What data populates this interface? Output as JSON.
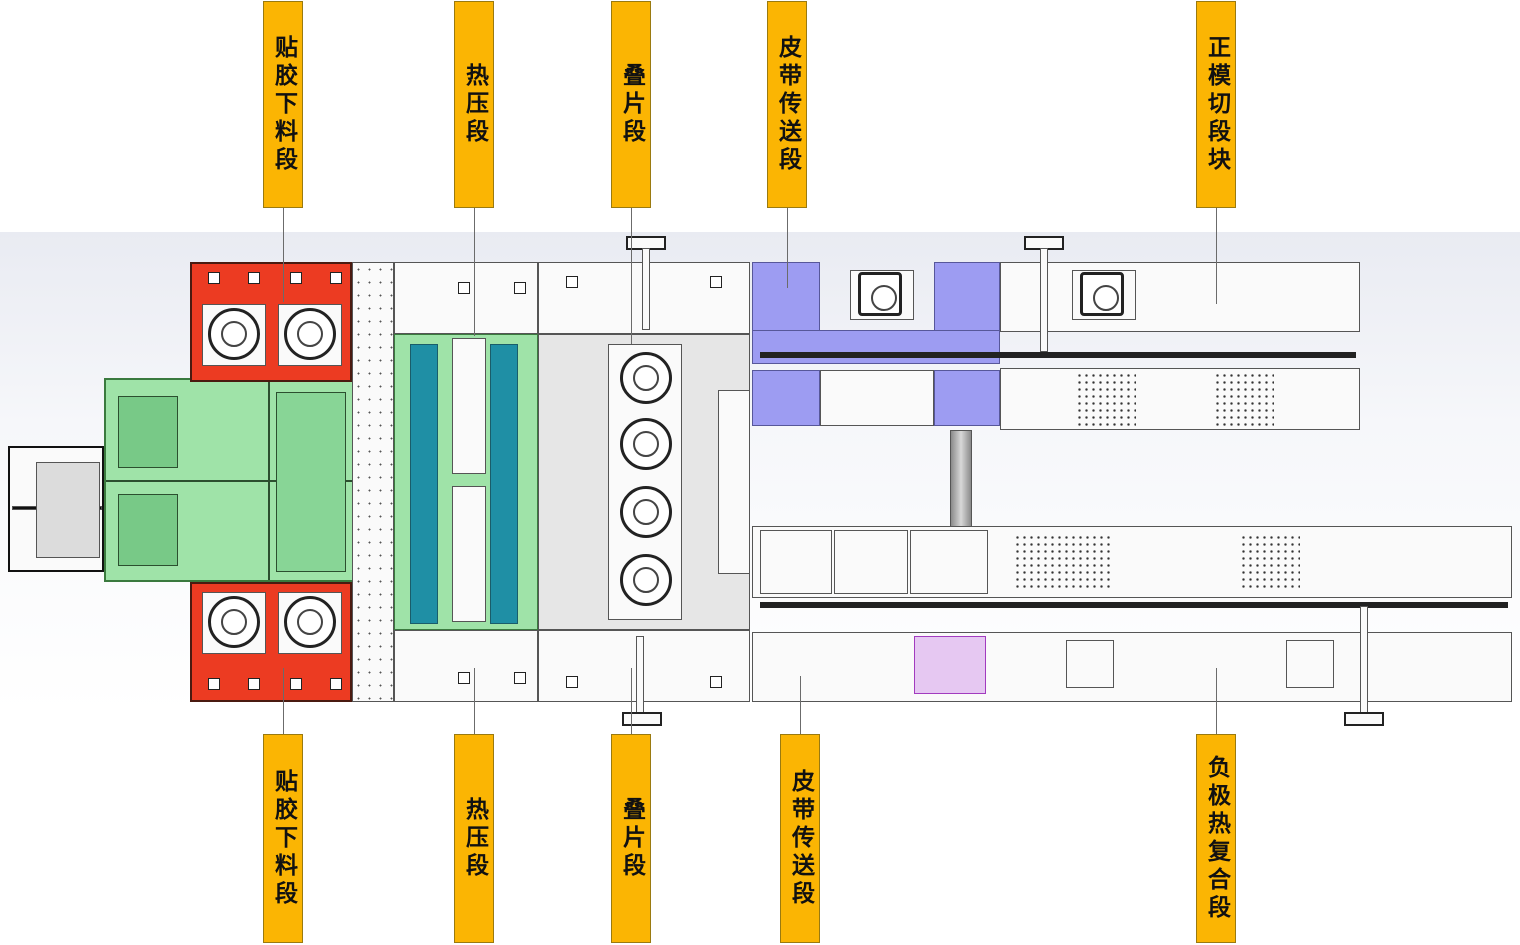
{
  "labels_top": [
    {
      "text": "贴胶下料段"
    },
    {
      "text": "热压段"
    },
    {
      "text": "叠片段"
    },
    {
      "text": "皮带传送段"
    },
    {
      "text": "正模切段块"
    }
  ],
  "labels_bottom": [
    {
      "text": "贴胶下料段"
    },
    {
      "text": "热压段"
    },
    {
      "text": "叠片段"
    },
    {
      "text": "皮带传送段"
    },
    {
      "text": "负极热复合段"
    }
  ],
  "colors": {
    "label": "#fbb503",
    "gluing_section": "#ec3b22",
    "green_section": "#9fe3a8",
    "hot_press": "#1f8fa5",
    "belt_section": "#9d9cf2"
  }
}
